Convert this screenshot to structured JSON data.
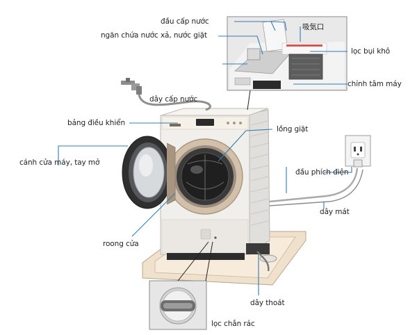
{
  "labels": {
    "water_inlet": "đầu cấp nước",
    "detergent_drawer": "ngăn chứa nước xả, nước giặt",
    "jp_text": "吸気口",
    "lint_filter": "lọc bụi khô",
    "leveling": "chỉnh tâm máy",
    "supply_hose": "dây cấp nước",
    "control_panel": "bảng điều khiển",
    "drum": "lồng giặt",
    "door": "cánh cửa máy, tay mở",
    "plug": "đầu phích điện",
    "ground_wire": "dây mát",
    "door_seal": "roong cửa",
    "drain_hose": "dây thoát",
    "debris_filter": "lọc chắn rác"
  },
  "colors": {
    "leader": "#2e7bb5",
    "body": "#f1efec",
    "door_ring": "#c9b6a1",
    "base": "#efe1cc"
  }
}
